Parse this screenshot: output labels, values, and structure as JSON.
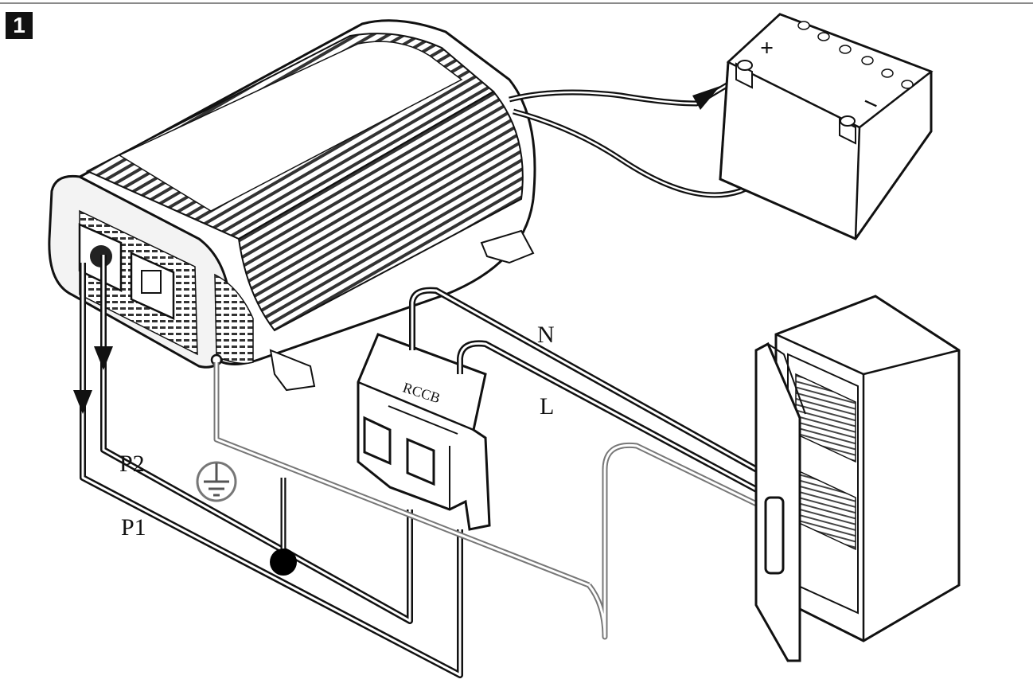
{
  "figure": {
    "step_number": "1"
  },
  "labels": {
    "neutral": "N",
    "line": "L",
    "rccb": "RCCB",
    "path_2": "P2",
    "path_1": "P1",
    "battery_plus": "+",
    "battery_minus": "−"
  },
  "icons": {
    "ground": "earth-ground-icon",
    "junction": "junction-dot",
    "arrow": "current-direction-arrow"
  }
}
